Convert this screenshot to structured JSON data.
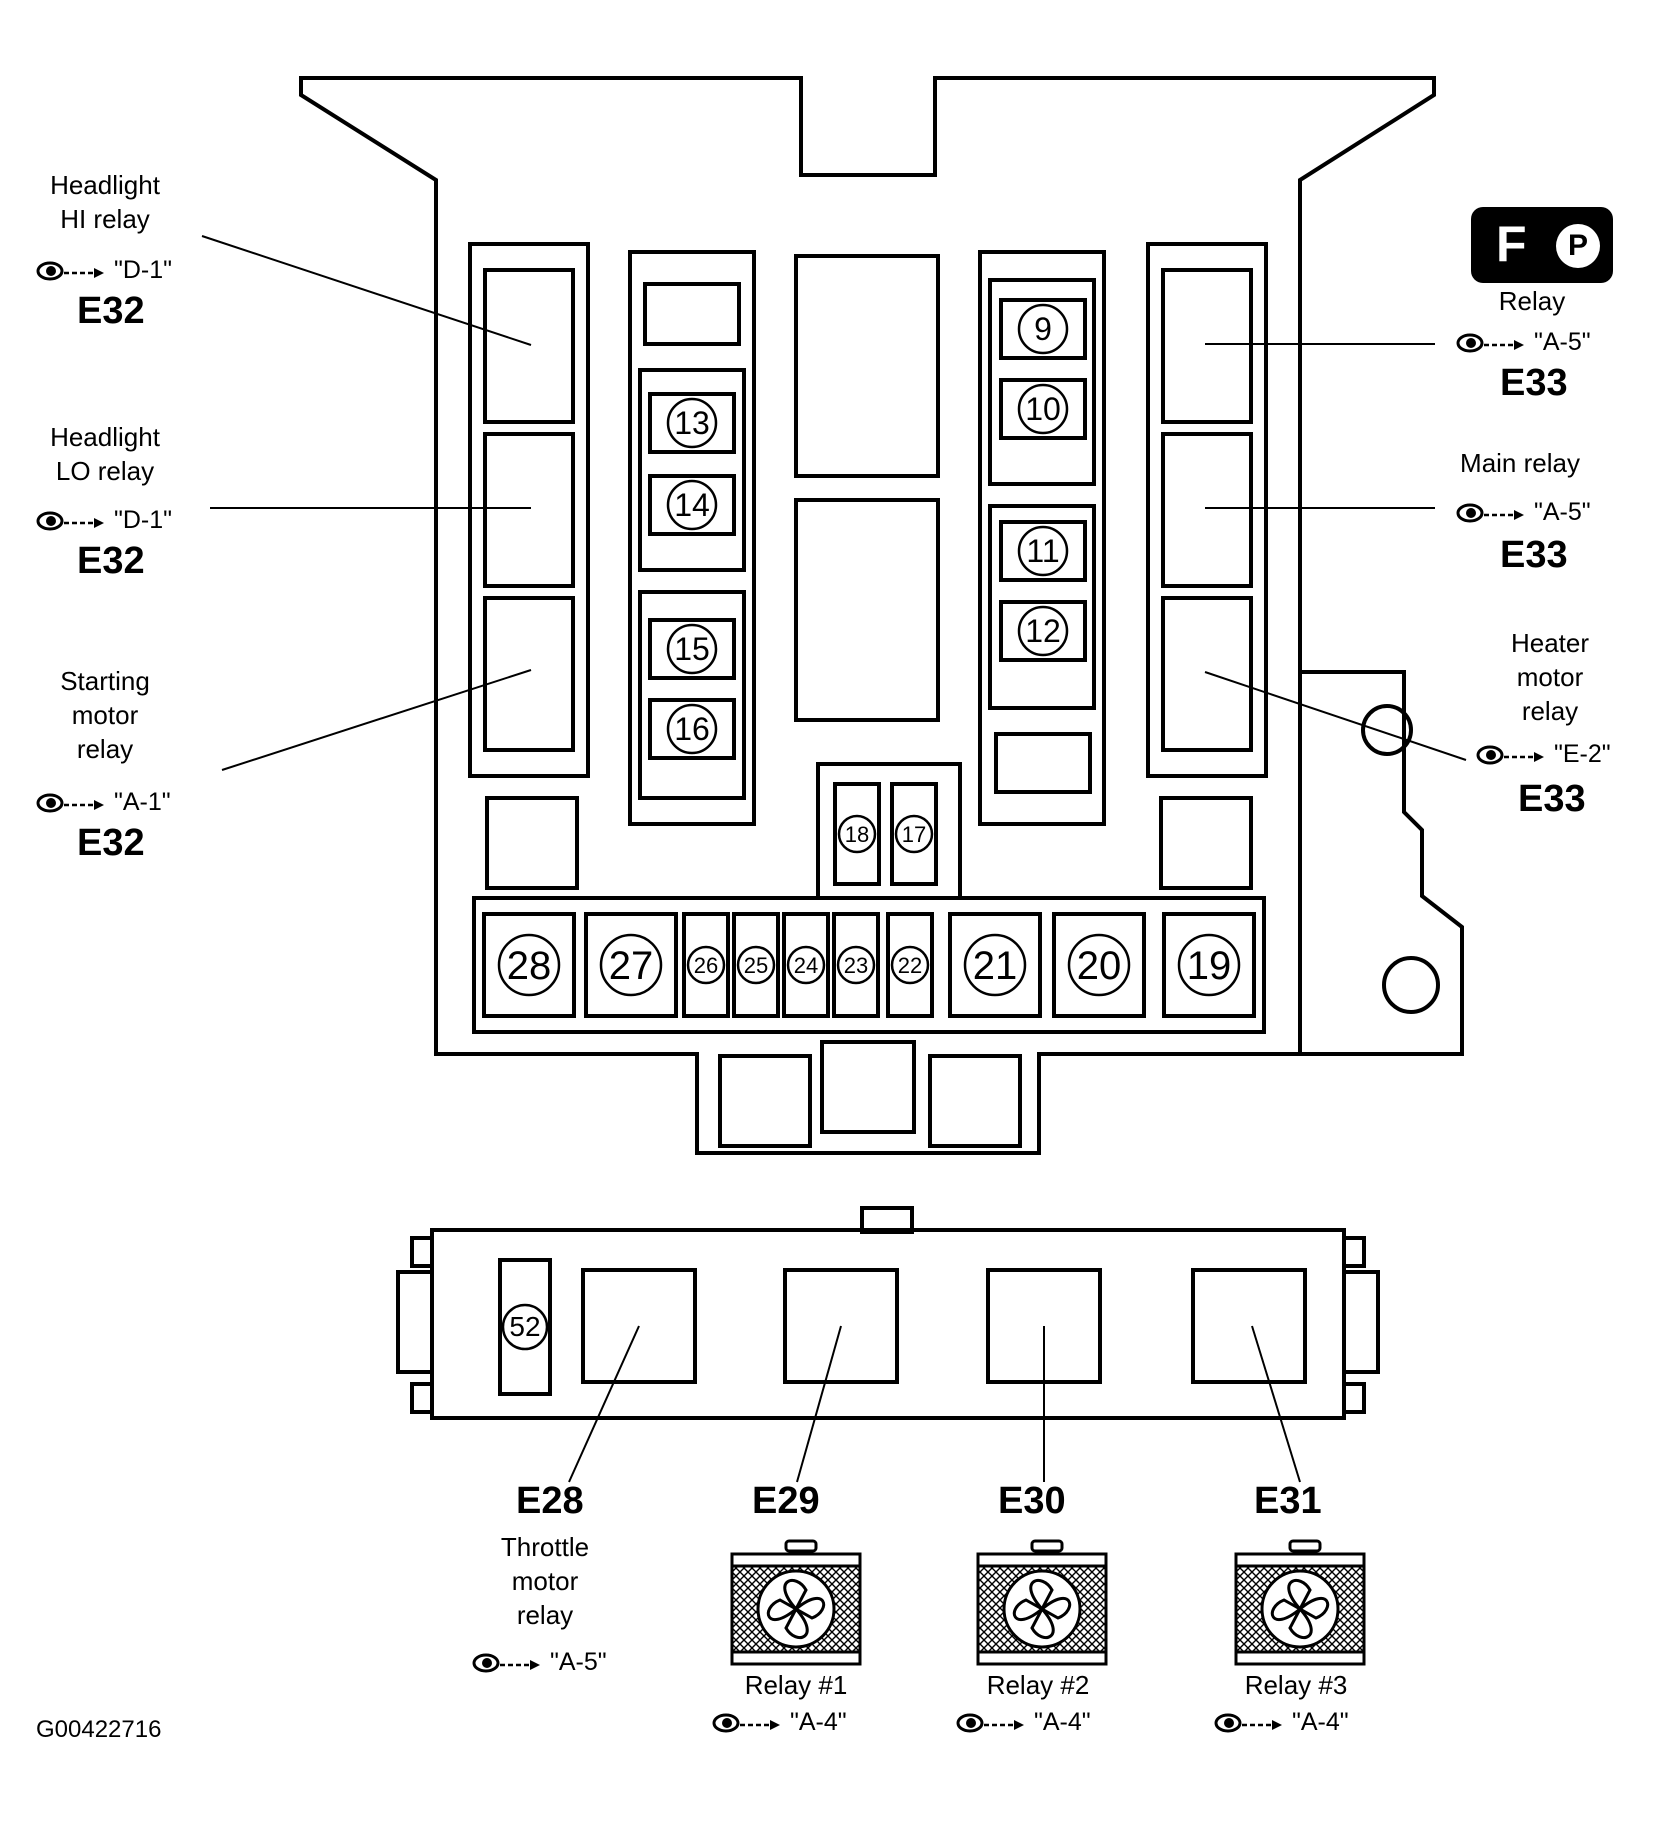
{
  "fuses": {
    "f9": "9",
    "f10": "10",
    "f11": "11",
    "f12": "12",
    "f13": "13",
    "f14": "14",
    "f15": "15",
    "f16": "16",
    "f17": "17",
    "f18": "18",
    "f19": "19",
    "f20": "20",
    "f21": "21",
    "f22": "22",
    "f23": "23",
    "f24": "24",
    "f25": "25",
    "f26": "26",
    "f27": "27",
    "f28": "28",
    "f52": "52"
  },
  "left_labels": {
    "hi_relay": {
      "name": "Headlight\nHI relay",
      "ref": "\"D-1\"",
      "connector": "E32"
    },
    "lo_relay": {
      "name": "Headlight\nLO relay",
      "ref": "\"D-1\"",
      "connector": "E32"
    },
    "starting_relay": {
      "name": "Starting\nmotor\nrelay",
      "ref": "\"A-1\"",
      "connector": "E32"
    }
  },
  "right_labels": {
    "fuel_pump_relay": {
      "icon_text": "F",
      "icon_p": "P",
      "name": "Relay",
      "ref": "\"A-5\"",
      "connector": "E33"
    },
    "main_relay": {
      "name": "Main relay",
      "ref": "\"A-5\"",
      "connector": "E33"
    },
    "heater_relay": {
      "name": "Heater\nmotor\nrelay",
      "ref": "\"E-2\"",
      "connector": "E33"
    }
  },
  "bottom_labels": {
    "e28": {
      "connector": "E28",
      "name": "Throttle\nmotor\nrelay",
      "ref": "\"A-5\""
    },
    "e29": {
      "connector": "E29",
      "name": "Relay #1",
      "ref": "\"A-4\""
    },
    "e30": {
      "connector": "E30",
      "name": "Relay #2",
      "ref": "\"A-4\""
    },
    "e31": {
      "connector": "E31",
      "name": "Relay #3",
      "ref": "\"A-4\""
    }
  },
  "figure_code": "G00422716"
}
